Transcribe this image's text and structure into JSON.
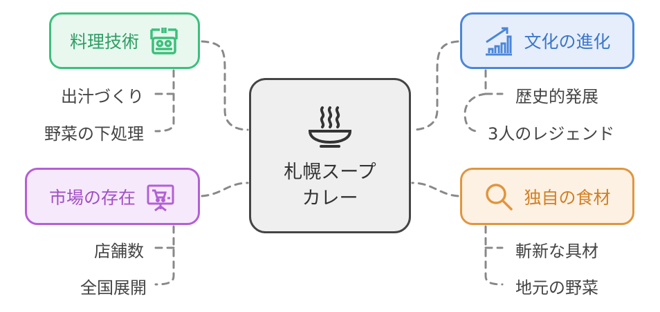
{
  "center": {
    "line1": "札幌スープ",
    "line2": "カレー",
    "icon": "soup-bowl-icon"
  },
  "branches": [
    {
      "label": "料理技術",
      "icon": "cooking-stove-icon",
      "color": "#3cbf7b",
      "children": [
        "出汁づくり",
        "野菜の下処理"
      ]
    },
    {
      "label": "文化の進化",
      "icon": "growth-chart-icon",
      "color": "#4a86d8",
      "children": [
        "歴史的発展",
        "3人のレジェンド"
      ]
    },
    {
      "label": "市場の存在",
      "icon": "presentation-cart-icon",
      "color": "#b35fd6",
      "children": [
        "店舗数",
        "全国展開"
      ]
    },
    {
      "label": "独自の食材",
      "icon": "magnifier-icon",
      "color": "#e0953e",
      "children": [
        "斬新な具材",
        "地元の野菜"
      ]
    }
  ]
}
